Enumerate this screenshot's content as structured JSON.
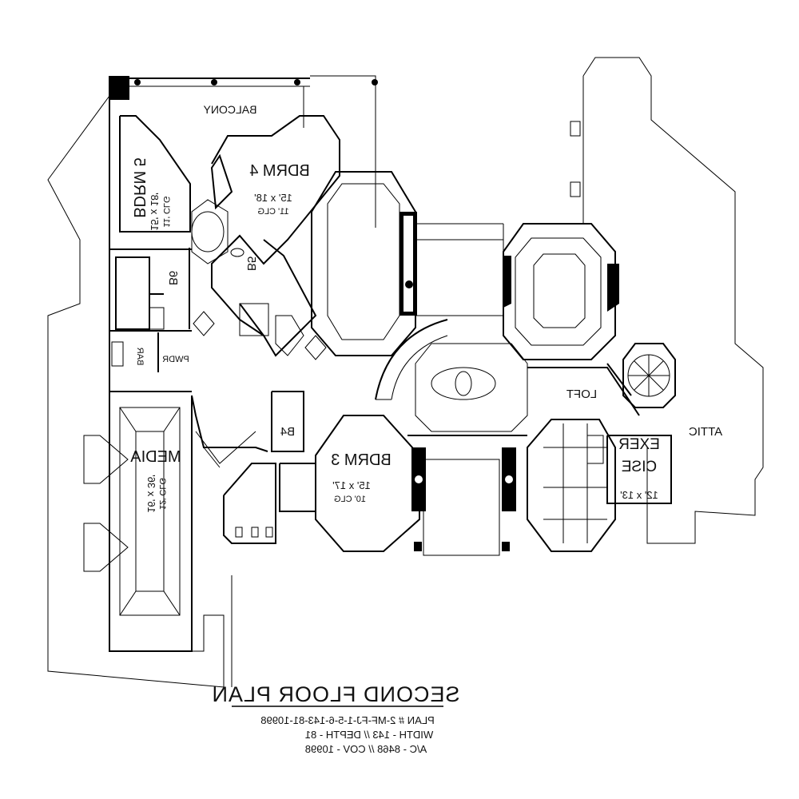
{
  "plan": {
    "title": "SECOND FLOOR PLAN",
    "info_lines": [
      "PLAN # 2-MF-FJ-1-5-6-143-81-10998",
      "WIDTH - 143 // DEPTH - 81",
      "A/C - 8468 // COV - 10998"
    ],
    "rooms": {
      "balcony": "BALCONY",
      "bdrm5": {
        "name": "BDRM 5",
        "size": "15' x 18'",
        "clg": "11' CLG"
      },
      "bdrm4": {
        "name": "BDRM 4",
        "size": "15' x 18'",
        "clg": "11' CLG"
      },
      "b5": "B5",
      "b6": "B6",
      "bar": "BAR",
      "pwdr": "PWDR",
      "media": {
        "name": "MEDIA",
        "size": "16' x 36'",
        "clg": "12' CLG"
      },
      "b4": "B4",
      "bdrm3": {
        "name": "BDRM 3",
        "size": "15' x 17'",
        "clg": "10' CLG"
      },
      "loft": "LOFT",
      "exercise": {
        "name_line1": "EXER",
        "name_line2": "CISE",
        "size": "12' x 13'"
      },
      "attic": "ATTIC"
    }
  }
}
